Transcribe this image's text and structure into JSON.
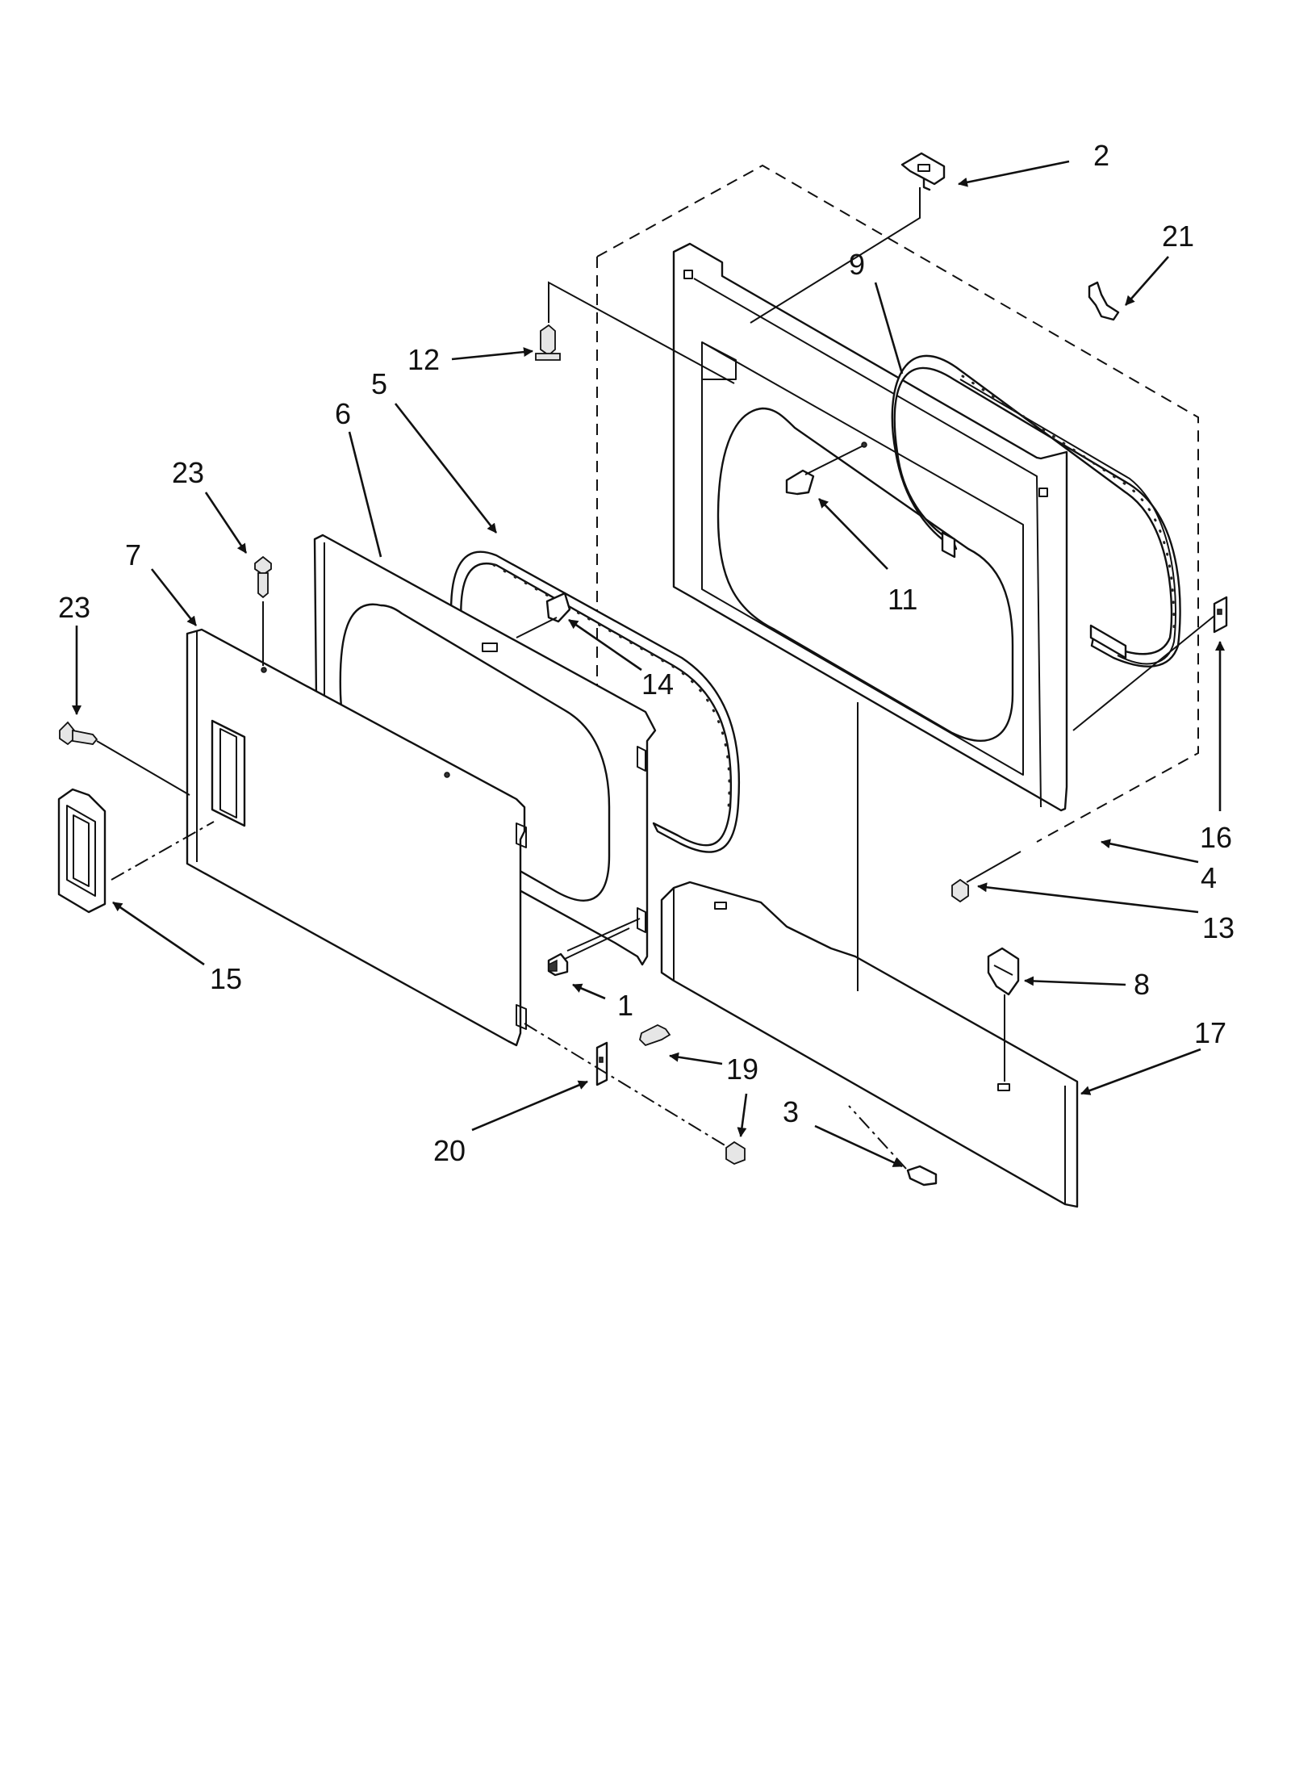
{
  "diagram": {
    "callouts": [
      {
        "id": "c2",
        "text": "2"
      },
      {
        "id": "c21",
        "text": "21"
      },
      {
        "id": "c9",
        "text": "9"
      },
      {
        "id": "c12",
        "text": "12"
      },
      {
        "id": "c5",
        "text": "5"
      },
      {
        "id": "c6",
        "text": "6"
      },
      {
        "id": "c23a",
        "text": "23"
      },
      {
        "id": "c7",
        "text": "7"
      },
      {
        "id": "c23b",
        "text": "23"
      },
      {
        "id": "c11",
        "text": "11"
      },
      {
        "id": "c14",
        "text": "14"
      },
      {
        "id": "c16",
        "text": "16"
      },
      {
        "id": "c4",
        "text": "4"
      },
      {
        "id": "c13",
        "text": "13"
      },
      {
        "id": "c15",
        "text": "15"
      },
      {
        "id": "c1",
        "text": "1"
      },
      {
        "id": "c8",
        "text": "8"
      },
      {
        "id": "c17",
        "text": "17"
      },
      {
        "id": "c19",
        "text": "19"
      },
      {
        "id": "c3",
        "text": "3"
      },
      {
        "id": "c20",
        "text": "20"
      }
    ]
  }
}
